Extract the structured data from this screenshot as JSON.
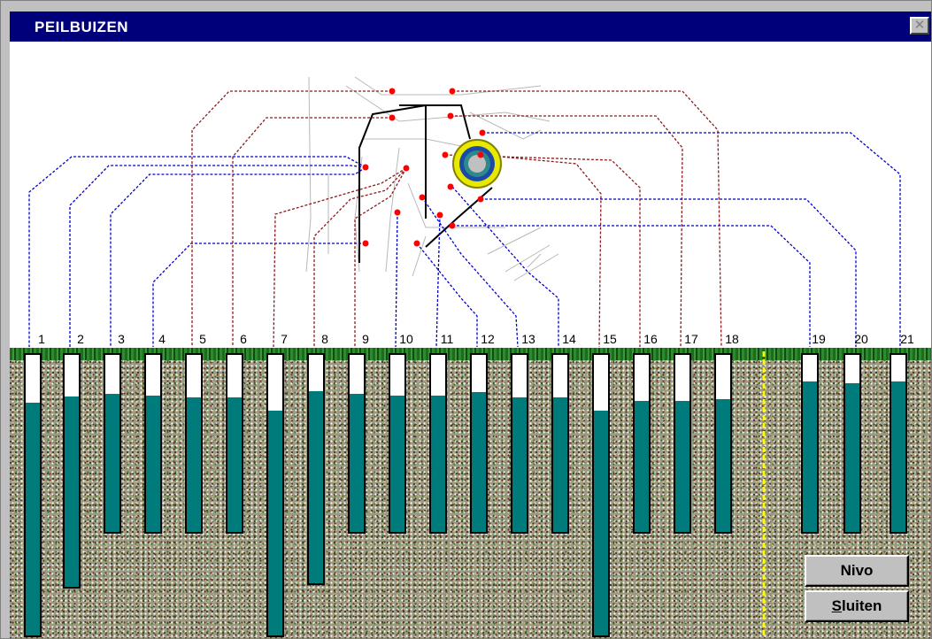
{
  "window": {
    "title": "PEILBUIZEN",
    "close_icon": "close-icon"
  },
  "buttons": {
    "nivo_label": "Nivo",
    "sluiten_mnemonic": "S",
    "sluiten_rest": "luiten"
  },
  "colors": {
    "water": "#007b7b",
    "titlebar": "#00007b",
    "red_link": "#8b1a1a",
    "blue_link": "#0000cc",
    "marker": "#ff0000",
    "divider": "#ffff00"
  },
  "tubes": [
    {
      "label": "1",
      "depth": 0.99,
      "water": 0.83
    },
    {
      "label": "2",
      "depth": 0.82,
      "water": 0.82
    },
    {
      "label": "3",
      "depth": 0.63,
      "water": 0.78
    },
    {
      "label": "4",
      "depth": 0.63,
      "water": 0.77
    },
    {
      "label": "5",
      "depth": 0.63,
      "water": 0.76
    },
    {
      "label": "6",
      "depth": 0.63,
      "water": 0.76
    },
    {
      "label": "7",
      "depth": 0.99,
      "water": 0.8
    },
    {
      "label": "8",
      "depth": 0.81,
      "water": 0.84
    },
    {
      "label": "9",
      "depth": 0.63,
      "water": 0.78
    },
    {
      "label": "10",
      "depth": 0.63,
      "water": 0.77
    },
    {
      "label": "11",
      "depth": 0.63,
      "water": 0.77
    },
    {
      "label": "12",
      "depth": 0.63,
      "water": 0.79
    },
    {
      "label": "13",
      "depth": 0.63,
      "water": 0.76
    },
    {
      "label": "14",
      "depth": 0.63,
      "water": 0.76
    },
    {
      "label": "15",
      "depth": 0.99,
      "water": 0.8
    },
    {
      "label": "16",
      "depth": 0.63,
      "water": 0.74
    },
    {
      "label": "17",
      "depth": 0.63,
      "water": 0.74
    },
    {
      "label": "18",
      "depth": 0.63,
      "water": 0.75
    },
    {
      "label": "19",
      "depth": 0.63,
      "water": 0.85
    },
    {
      "label": "20",
      "depth": 0.63,
      "water": 0.84
    },
    {
      "label": "21",
      "depth": 0.63,
      "water": 0.85
    }
  ]
}
